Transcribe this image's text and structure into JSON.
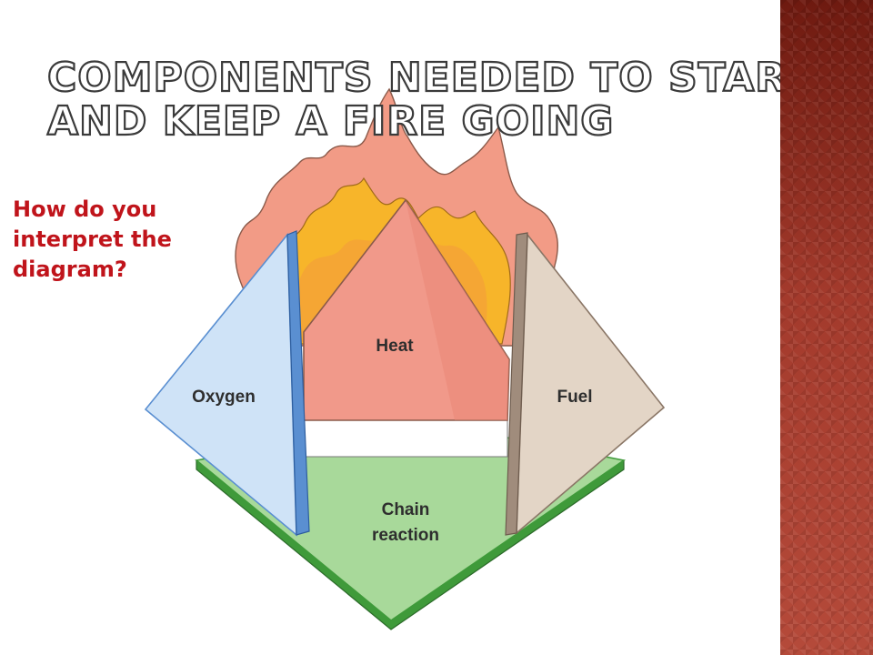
{
  "slide": {
    "title_lines": [
      "Components needed to start",
      "and keep a fire going"
    ],
    "question_lines": [
      "How do you",
      "interpret the",
      "diagram?"
    ]
  },
  "diagram": {
    "labels": {
      "heat": "Heat",
      "oxygen": "Oxygen",
      "fuel": "Fuel",
      "chain_line1": "Chain",
      "chain_line2": "reaction"
    },
    "colors": {
      "flame_outer": "#f29b86",
      "flame_inner": "#f7b52a",
      "heat": "#f1998a",
      "oxygen": "#cfe3f7",
      "oxygen_edge": "#5a8fd1",
      "fuel": "#e3d5c6",
      "fuel_edge": "#a08c7c",
      "chain": "#a8d99a",
      "chain_edge": "#3f9a3a",
      "band": "#a1372a"
    }
  }
}
